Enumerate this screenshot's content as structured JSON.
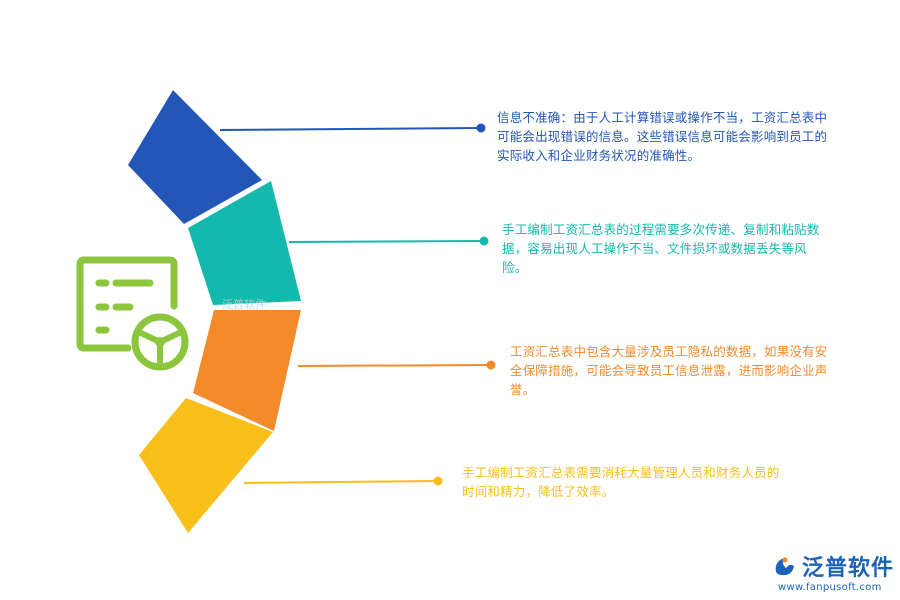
{
  "items": [
    {
      "color": "#2356b6",
      "text": "信息不准确：由于人工计算错误或操作不当，工资汇总表中可能会出现错误的信息。这些错误信息可能会影响到员工的实际收入和企业财务状况的准确性。"
    },
    {
      "color": "#13b9ad",
      "text": "手工编制工资汇总表的过程需要多次传递、复制和粘贴数据，容易出现人工操作不当、文件损坏或数据丢失等风险。"
    },
    {
      "color": "#f58a2a",
      "text": "工资汇总表中包含大量涉及员工隐私的数据，如果没有安全保障措施，可能会导致员工信息泄露，进而影响企业声誉。"
    },
    {
      "color": "#f8bf1b",
      "text": "手工编制工资汇总表需要消耗大量管理人员和财务人员的时间和精力，降低了效率。"
    }
  ],
  "icon": {
    "name": "document-steering-wheel-icon",
    "color": "#8cc63f"
  },
  "watermark": "泛普软件",
  "logo": {
    "name": "泛普软件",
    "url": "www.fanpusoft.com",
    "color": "#1c63b7"
  }
}
